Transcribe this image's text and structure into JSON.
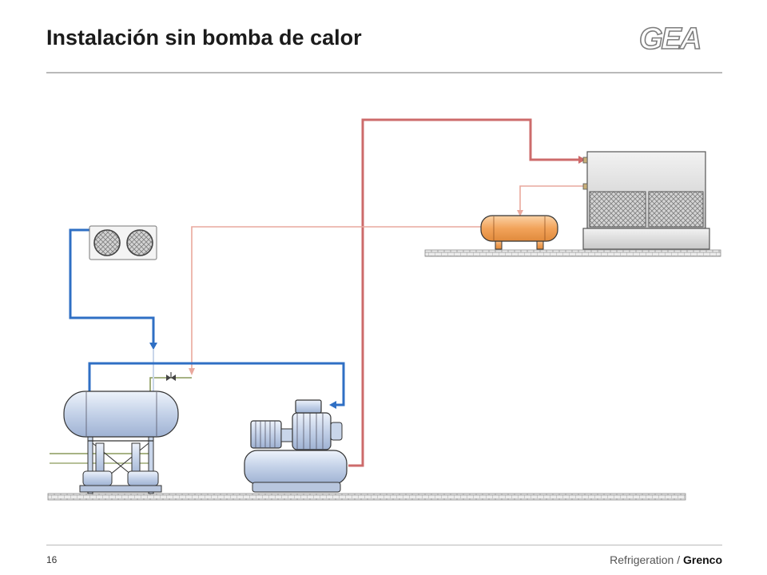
{
  "header": {
    "title": "Instalación sin bomba de calor",
    "logo_text": "GEA"
  },
  "footer": {
    "page_number": "16",
    "left_text": "Refrigeration",
    "separator": "/",
    "brand": "Grenco"
  },
  "colors": {
    "accent_red": "#cd6b6b",
    "light_red": "#e9a89d",
    "blue": "#2f6fc4",
    "liquid_green": "#8a9a5b",
    "equipment_blue": "#c9d6ea",
    "receiver_orange": "#f2a35a"
  },
  "diagram": {
    "components": [
      "condenser-icon",
      "separator-vessel-icon",
      "compressor-icon",
      "receiver-icon",
      "fancoil-unit-icon"
    ]
  }
}
